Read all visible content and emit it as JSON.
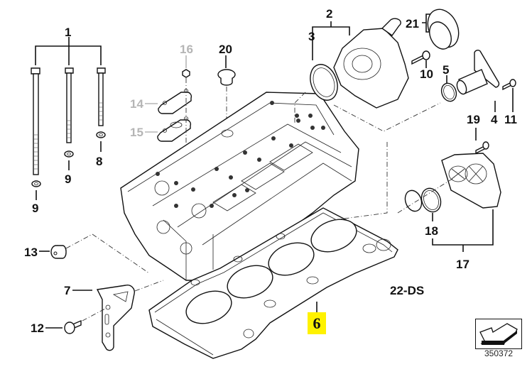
{
  "diagram": {
    "title": "Cylinder head with mounting parts",
    "engine_code": "22-DS",
    "reference_number": "350372",
    "highlighted_part": "6",
    "colors": {
      "highlight": "#fff200",
      "active_label": "#111111",
      "inactive_label": "#b5b5b5"
    },
    "callouts": [
      {
        "id": "1",
        "state": "active"
      },
      {
        "id": "2",
        "state": "active"
      },
      {
        "id": "3",
        "state": "active"
      },
      {
        "id": "4",
        "state": "active"
      },
      {
        "id": "5",
        "state": "active"
      },
      {
        "id": "6",
        "state": "highlighted"
      },
      {
        "id": "7",
        "state": "active"
      },
      {
        "id": "8",
        "state": "active"
      },
      {
        "id": "9",
        "state": "active"
      },
      {
        "id": "9b",
        "text": "9",
        "state": "active"
      },
      {
        "id": "10",
        "state": "active"
      },
      {
        "id": "11",
        "state": "active"
      },
      {
        "id": "12",
        "state": "active"
      },
      {
        "id": "13",
        "state": "active"
      },
      {
        "id": "14",
        "state": "inactive"
      },
      {
        "id": "15",
        "state": "inactive"
      },
      {
        "id": "16",
        "state": "inactive"
      },
      {
        "id": "17",
        "state": "active"
      },
      {
        "id": "18",
        "state": "active"
      },
      {
        "id": "19",
        "state": "active"
      },
      {
        "id": "20",
        "state": "active"
      },
      {
        "id": "21",
        "state": "active"
      }
    ],
    "labels": {
      "c1": "1",
      "c2": "2",
      "c3": "3",
      "c4": "4",
      "c5": "5",
      "c6": "6",
      "c7": "7",
      "c8": "8",
      "c9": "9",
      "c9b": "9",
      "c10": "10",
      "c11": "11",
      "c12": "12",
      "c13": "13",
      "c14": "14",
      "c15": "15",
      "c16": "16",
      "c17": "17",
      "c18": "18",
      "c19": "19",
      "c20": "20",
      "c21": "21"
    },
    "nav_icon": "back-arrow-icon"
  }
}
